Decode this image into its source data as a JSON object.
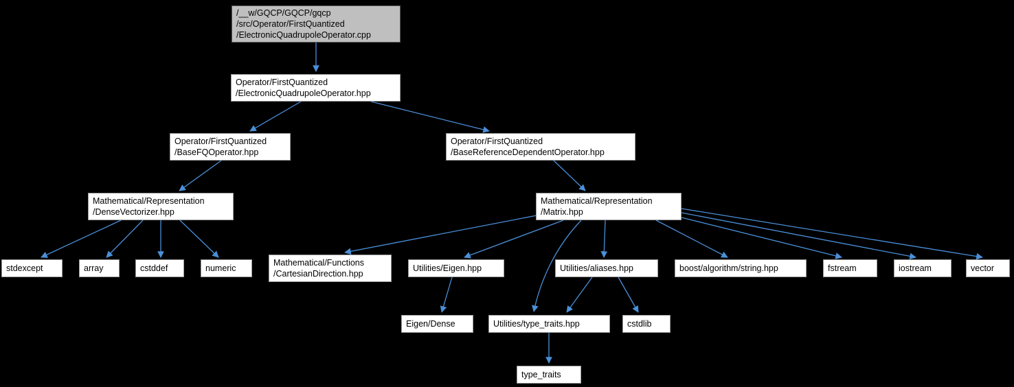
{
  "colors": {
    "background": "#000000",
    "edge": "#4a90d9",
    "node_background": "#ffffff",
    "node_border": "#9a9a9a",
    "root_node_background": "#bfbfbf",
    "text": "#000000"
  },
  "nodes": [
    {
      "id": "electronicquadrupoleoperator-cpp",
      "label": "/__w/GQCP/GQCP/gqcp\n/src/Operator/FirstQuantized\n/ElectronicQuadrupoleOperator.cpp"
    },
    {
      "id": "electronicquadrupoleoperator-hpp",
      "label": "Operator/FirstQuantized\n/ElectronicQuadrupoleOperator.hpp"
    },
    {
      "id": "basefqoperator-hpp",
      "label": "Operator/FirstQuantized\n/BaseFQOperator.hpp"
    },
    {
      "id": "basereferencedependentoperator-hpp",
      "label": "Operator/FirstQuantized\n/BaseReferenceDependentOperator.hpp"
    },
    {
      "id": "densevectorizer-hpp",
      "label": "Mathematical/Representation\n/DenseVectorizer.hpp"
    },
    {
      "id": "matrix-hpp",
      "label": "Mathematical/Representation\n/Matrix.hpp"
    },
    {
      "id": "stdexcept",
      "label": "stdexcept"
    },
    {
      "id": "array",
      "label": "array"
    },
    {
      "id": "cstddef",
      "label": "cstddef"
    },
    {
      "id": "numeric",
      "label": "numeric"
    },
    {
      "id": "cartesiandirection-hpp",
      "label": "Mathematical/Functions\n/CartesianDirection.hpp"
    },
    {
      "id": "utilities-eigen-hpp",
      "label": "Utilities/Eigen.hpp"
    },
    {
      "id": "utilities-aliases-hpp",
      "label": "Utilities/aliases.hpp"
    },
    {
      "id": "boost-algorithm-string-hpp",
      "label": "boost/algorithm/string.hpp"
    },
    {
      "id": "fstream",
      "label": "fstream"
    },
    {
      "id": "iostream",
      "label": "iostream"
    },
    {
      "id": "vector",
      "label": "vector"
    },
    {
      "id": "eigen-dense",
      "label": "Eigen/Dense"
    },
    {
      "id": "utilities-type-traits-hpp",
      "label": "Utilities/type_traits.hpp"
    },
    {
      "id": "cstdlib",
      "label": "cstdlib"
    },
    {
      "id": "type-traits",
      "label": "type_traits"
    }
  ],
  "edges": [
    [
      0,
      1
    ],
    [
      1,
      2
    ],
    [
      1,
      3
    ],
    [
      2,
      4
    ],
    [
      3,
      5
    ],
    [
      4,
      6
    ],
    [
      4,
      7
    ],
    [
      4,
      8
    ],
    [
      4,
      9
    ],
    [
      5,
      10
    ],
    [
      5,
      11
    ],
    [
      5,
      12
    ],
    [
      5,
      13
    ],
    [
      5,
      14
    ],
    [
      5,
      15
    ],
    [
      5,
      16
    ],
    [
      5,
      18
    ],
    [
      11,
      17
    ],
    [
      12,
      18
    ],
    [
      12,
      19
    ],
    [
      18,
      20
    ]
  ]
}
